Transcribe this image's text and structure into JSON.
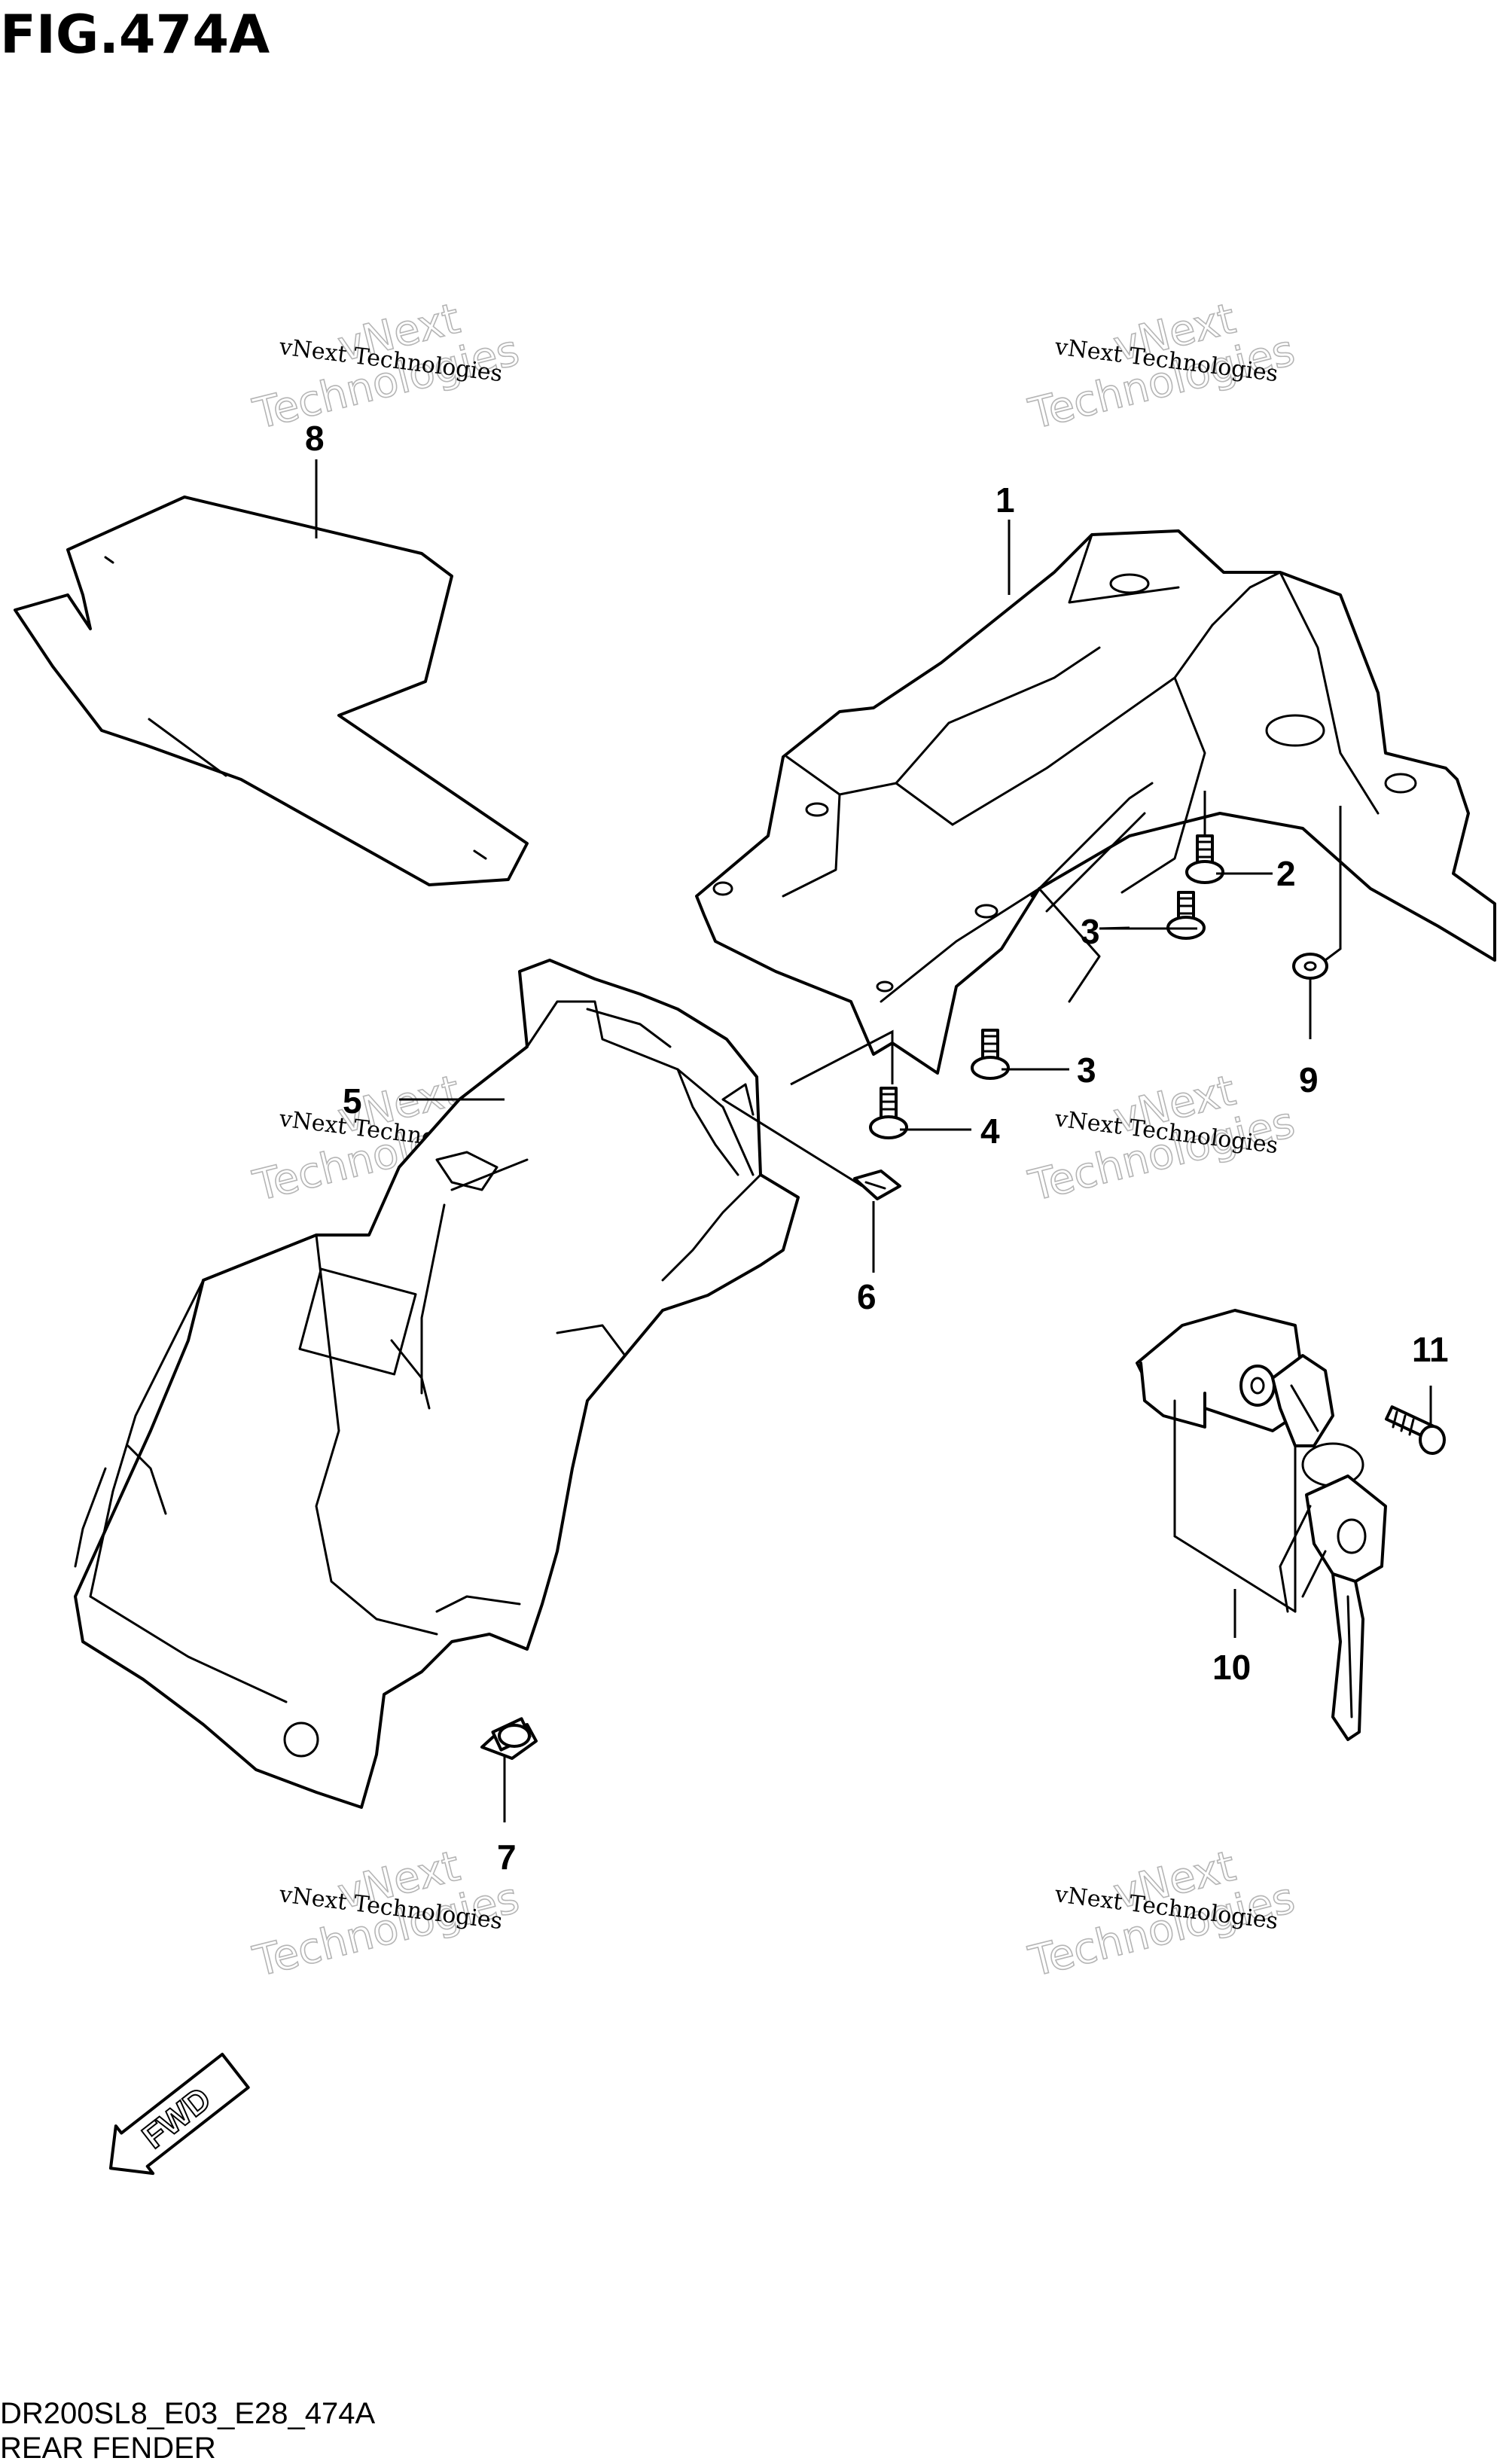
{
  "figure": {
    "title": "FIG.474A",
    "code": "DR200SL8_E03_E28_474A",
    "caption": "REAR FENDER"
  },
  "direction_arrow": {
    "label": "FWD"
  },
  "watermark": {
    "line1": "vNext Technologies",
    "line2a": "vNext",
    "line2b": "Technologies"
  },
  "callouts": [
    {
      "number": "1"
    },
    {
      "number": "2"
    },
    {
      "number": "3"
    },
    {
      "number": "3"
    },
    {
      "number": "4"
    },
    {
      "number": "5"
    },
    {
      "number": "6"
    },
    {
      "number": "7"
    },
    {
      "number": "8"
    },
    {
      "number": "9"
    },
    {
      "number": "10"
    },
    {
      "number": "11"
    }
  ]
}
